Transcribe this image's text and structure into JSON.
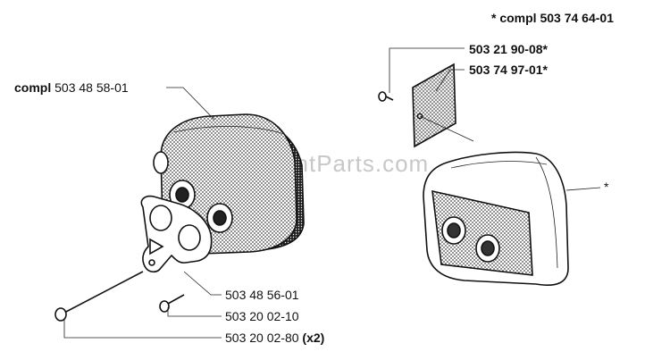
{
  "diagram": {
    "watermark": "ReplacementParts.com",
    "callouts": {
      "compl_right_prefix": "* compl",
      "compl_right_number": "503 74 64-01",
      "screw_small": "503 21 90-08*",
      "screen": "503 74 97-01*",
      "compl_left_prefix": "compl",
      "compl_left_number": "503 48 58-01",
      "asterisk": "*",
      "gasket": "503 48 56-01",
      "bolt_short": "503 20 02-10",
      "bolt_long": "503 20 02-80",
      "bolt_long_qty": "(x2)"
    },
    "icons": {
      "left_muffler": "muffler-assembly-icon",
      "right_muffler": "muffler-cover-icon",
      "gasket": "gasket-plate-icon",
      "screen": "spark-screen-icon",
      "screw": "screw-icon",
      "bolt_short": "short-bolt-icon",
      "bolt_long": "long-bolt-icon"
    }
  }
}
